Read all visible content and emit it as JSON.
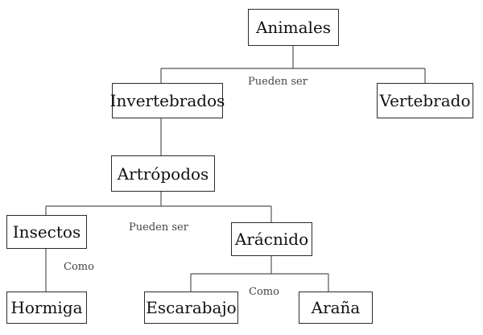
{
  "nodes": {
    "animales": "Animales",
    "invertebrados": "Invertebrados",
    "vertebrado": "Vertebrado",
    "artropodos": "Artrópodos",
    "insectos": "Insectos",
    "aracnido": "Arácnido",
    "hormiga": "Hormiga",
    "escarabajo": "Escarabajo",
    "arana": "Araña"
  },
  "connector_labels": {
    "animales_children": "Pueden ser",
    "artropodos_children": "Pueden ser",
    "insectos_child": "Como",
    "aracnido_children": "Como"
  },
  "colors": {
    "border": "#2b2b2b",
    "line": "#555555",
    "text": "#111111",
    "label": "#444444"
  }
}
